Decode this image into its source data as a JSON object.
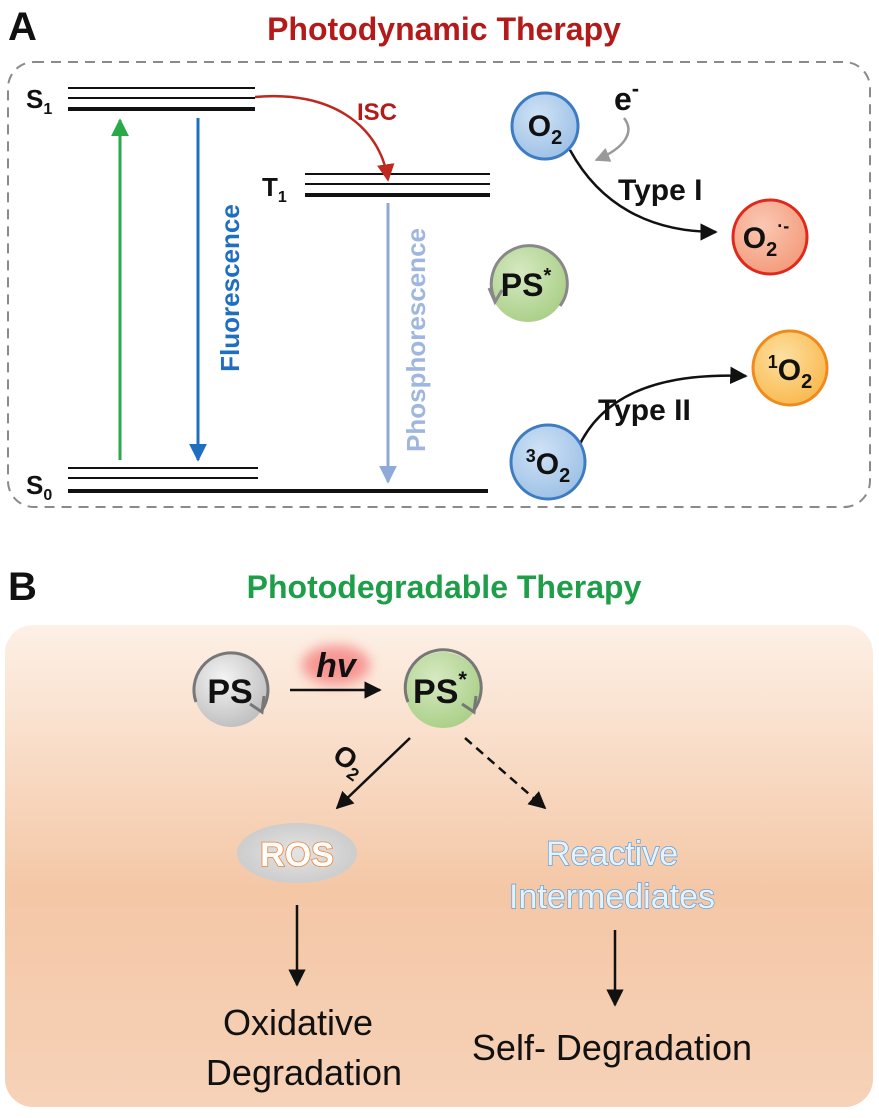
{
  "panel_a": {
    "letter": "A",
    "title": "Photodynamic Therapy",
    "levels": {
      "s1": "S",
      "s1_sub": "1",
      "t1": "T",
      "t1_sub": "1",
      "s0": "S",
      "s0_sub": "0"
    },
    "isc": "ISC",
    "fluorescence": "Fluorescence",
    "phosphorescence": "Phosphorescence",
    "o2": "O",
    "o2_sub": "2",
    "electron": "e",
    "electron_sup": "-",
    "type1": "Type I",
    "superoxide": "O",
    "superoxide_sub": "2",
    "superoxide_sup": "·-",
    "ps_star": "PS",
    "ps_star_sup": "*",
    "triplet_o2_sup": "3",
    "triplet_o2": "O",
    "triplet_o2_sub": "2",
    "type2": "Type II",
    "singlet_o2_sup": "1",
    "singlet_o2": "O",
    "singlet_o2_sub": "2"
  },
  "panel_b": {
    "letter": "B",
    "title": "Photodegradable Therapy",
    "ps": "PS",
    "hv": "hv",
    "ps_star": "PS",
    "ps_star_sup": "*",
    "o2": "O",
    "o2_sub": "2",
    "ros": "ROS",
    "reactive_line1": "Reactive",
    "reactive_line2": "Intermediates",
    "oxidative_line1": "Oxidative",
    "oxidative_line2": "Degradation",
    "self_degradation": "Self- Degradation"
  },
  "colors": {
    "title_a": "#b31b1b",
    "title_b": "#1f9e4a",
    "isc": "#b31b1b",
    "fluorescence": "#1f6fc0",
    "phosphorescence": "#8fa9d8",
    "absorption": "#2aa84a",
    "o2_fill": "#a9c9ea",
    "superoxide_fill": "#f5a68a",
    "ps_star_fill": "#b9d89c",
    "singlet_fill": "#fbc46a",
    "ps_fill": "#c9c9c9",
    "ros_text": "#f08030",
    "reactive_text": "#5aa0e0"
  }
}
